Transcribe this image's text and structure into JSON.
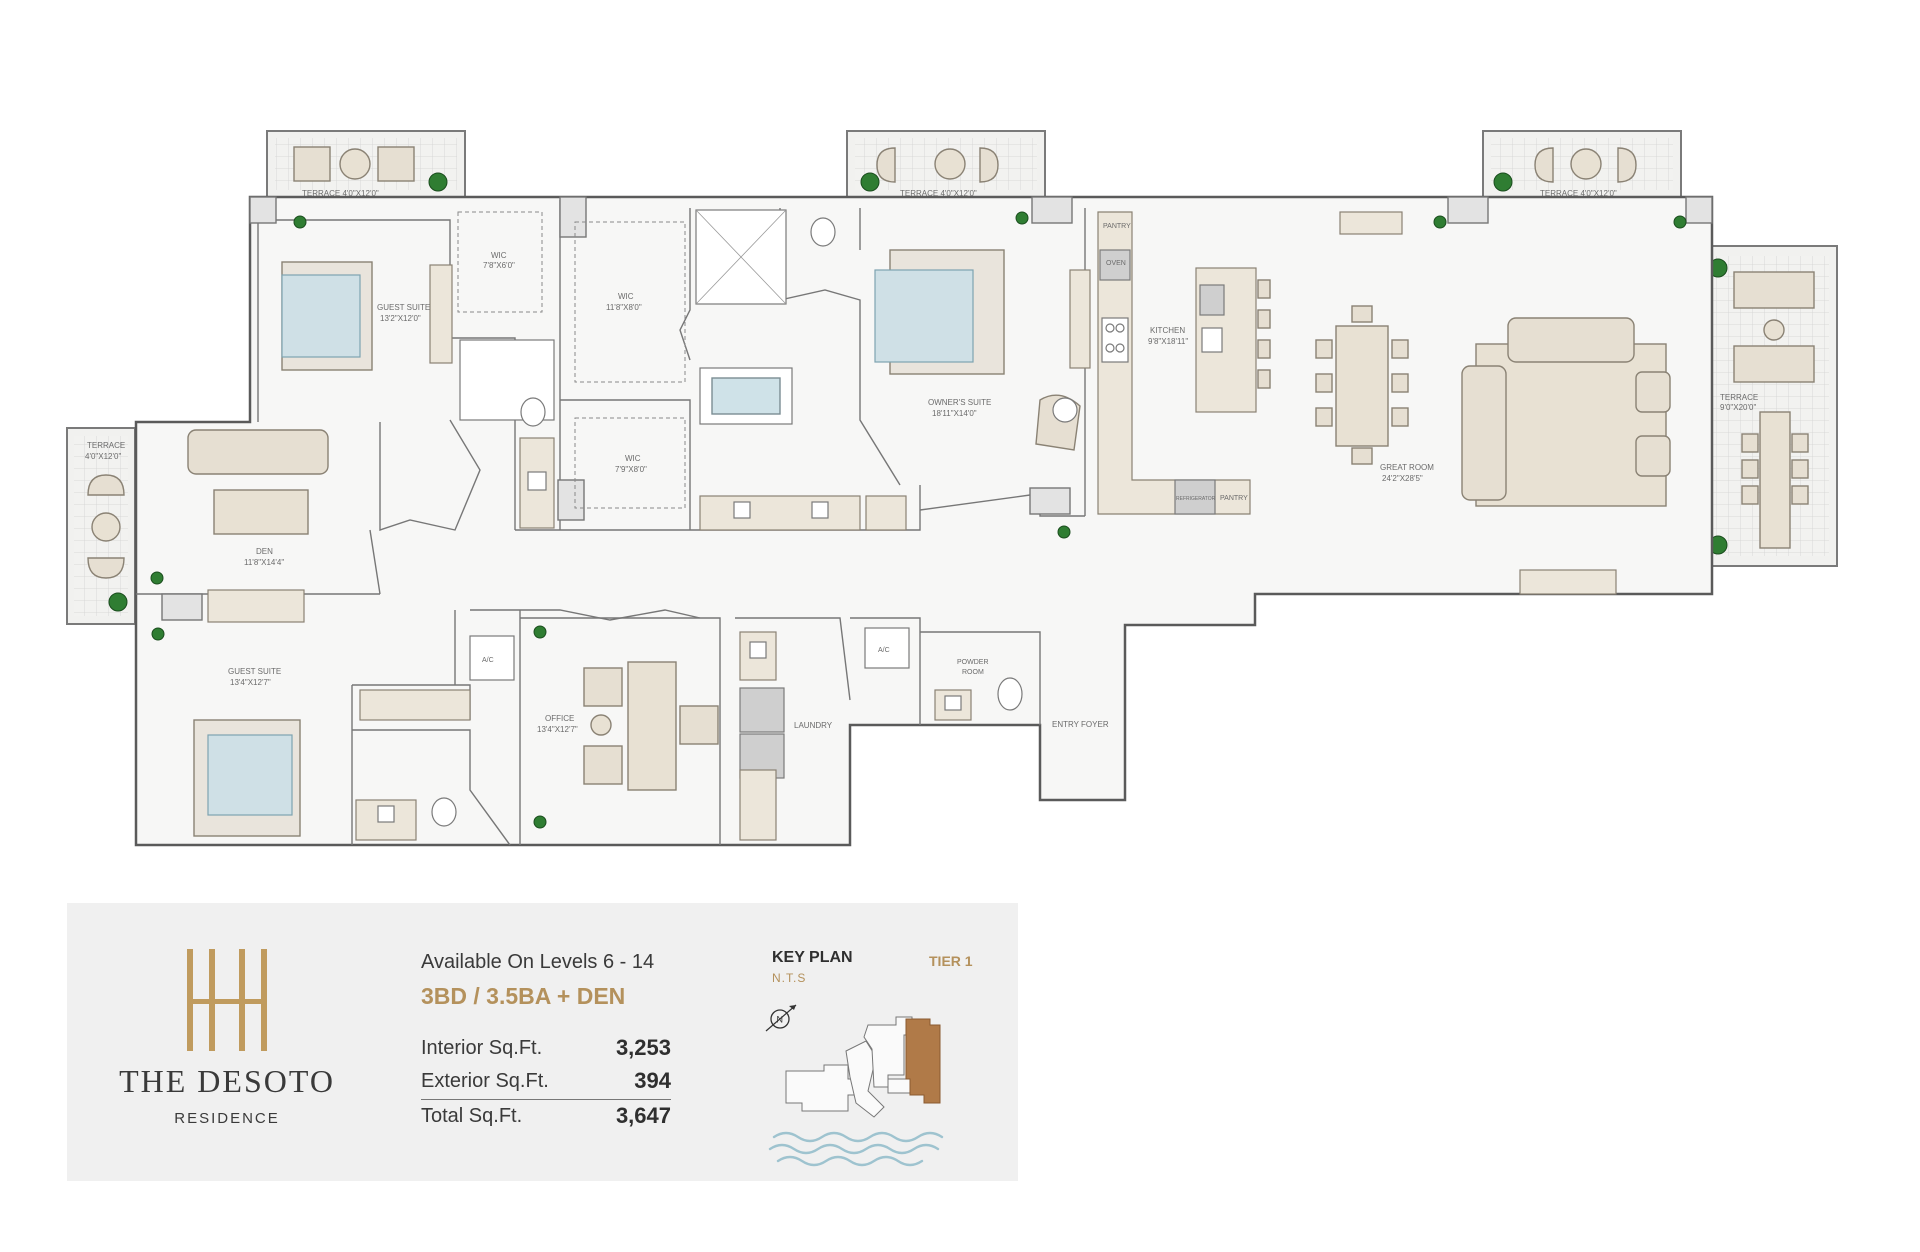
{
  "rooms": {
    "guest_suite_1": {
      "name": "GUEST SUITE",
      "dims": "13'2\"X12'0\""
    },
    "wic_1": {
      "name": "WIC",
      "dims": "7'8\"X6'0\""
    },
    "wic_2": {
      "name": "WIC",
      "dims": "11'8\"X8'0\""
    },
    "wic_3": {
      "name": "WIC",
      "dims": "7'9\"X8'0\""
    },
    "owners_suite": {
      "name": "OWNER'S SUITE",
      "dims": "18'11\"X14'0\""
    },
    "kitchen": {
      "name": "KITCHEN",
      "dims": "9'8\"X18'11\""
    },
    "great_room": {
      "name": "GREAT ROOM",
      "dims": "24'2\"X28'5\""
    },
    "den": {
      "name": "DEN",
      "dims": "11'8\"X14'4\""
    },
    "guest_suite_2": {
      "name": "GUEST SUITE",
      "dims": "13'4\"X12'7\""
    },
    "office": {
      "name": "OFFICE",
      "dims": "13'4\"X12'7\""
    },
    "laundry": {
      "name": "LAUNDRY"
    },
    "powder_room": {
      "name1": "POWDER",
      "name2": "ROOM"
    },
    "entry_foyer": {
      "name": "ENTRY FOYER"
    }
  },
  "terraces": {
    "t1": {
      "label": "TERRACE 4'0\"X12'0\""
    },
    "t2": {
      "label": "TERRACE 4'0\"X12'0\""
    },
    "t3": {
      "label": "TERRACE 4'0\"X12'0\""
    },
    "west": {
      "name": "TERRACE",
      "dims": "4'0\"X12'0\""
    },
    "east": {
      "name": "TERRACE",
      "dims": "9'0\"X20'0\""
    }
  },
  "fixtures": {
    "pantry_top": "PANTRY",
    "oven": "OVEN",
    "refrigerator": "REFRIGERATOR",
    "pantry_bottom": "PANTRY",
    "ac_1": "A/C",
    "ac_2": "A/C"
  },
  "brand": {
    "name": "THE DESOTO",
    "subtitle": "RESIDENCE"
  },
  "unit": {
    "availability": "Available On Levels 6 - 14",
    "configuration": "3BD / 3.5BA + DEN",
    "interior_label": "Interior Sq.Ft.",
    "interior_value": "3,253",
    "exterior_label": "Exterior Sq.Ft.",
    "exterior_value": "394",
    "total_label": "Total Sq.Ft.",
    "total_value": "3,647"
  },
  "key_plan": {
    "title": "KEY PLAN",
    "scale_note": "N.T.S",
    "tier": "TIER 1",
    "compass_letter": "N"
  },
  "colors": {
    "accent_gold": "#b4915c",
    "panel_bg": "#f0f0f0",
    "highlight_unit": "#b07a48",
    "water": "#9ec3cf"
  }
}
